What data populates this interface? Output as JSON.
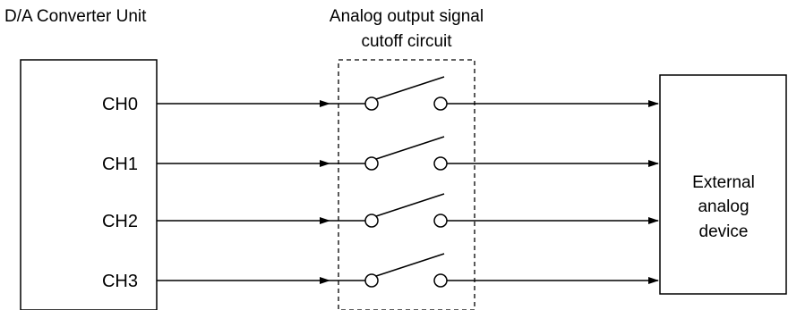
{
  "left_block": {
    "title": "D/A Converter Unit",
    "channels": [
      "CH0",
      "CH1",
      "CH2",
      "CH3"
    ]
  },
  "cutoff_circuit": {
    "title_line1": "Analog output signal",
    "title_line2": "cutoff circuit"
  },
  "right_block": {
    "label_line1": "External",
    "label_line2": "analog",
    "label_line3": "device"
  }
}
